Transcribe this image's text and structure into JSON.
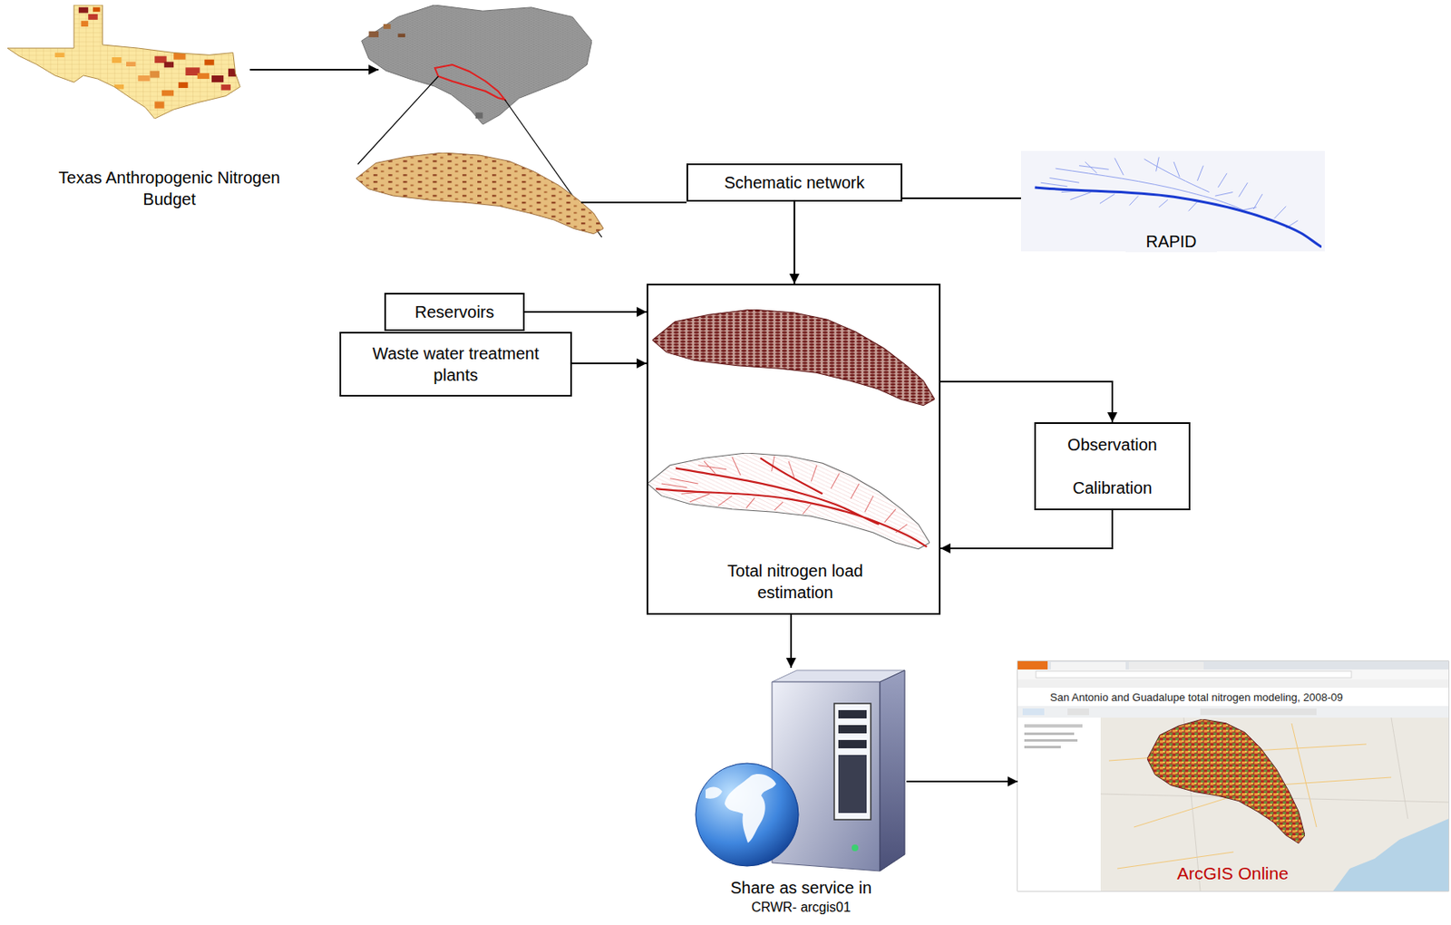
{
  "diagram": {
    "nodes": [
      {
        "text": [
          "Texas Anthropogenic Nitrogen Budget"
        ]
      },
      {
        "text": [
          "Schematic network"
        ]
      },
      {
        "text": [
          "RAPID"
        ]
      },
      {
        "text": [
          "Reservoirs"
        ]
      },
      {
        "text": [
          "Waste water treatment plants"
        ]
      },
      {
        "text": [
          "Total nitrogen load estimation"
        ]
      },
      {
        "text": [
          "Observation",
          "Calibration"
        ]
      },
      {
        "text": [
          "Share as service in",
          "CRWR- arcgis01"
        ]
      },
      {
        "text": [
          "San Antonio and Guadalupe total nitrogen modeling, 2008-09",
          "ArcGIS Online"
        ]
      }
    ],
    "edges": [
      {
        "from": 2,
        "to": 1,
        "arrow": "none"
      },
      {
        "from": 1,
        "to": 5,
        "arrow": "to"
      },
      {
        "from": 3,
        "to": 5,
        "arrow": "to"
      },
      {
        "from": 4,
        "to": 5,
        "arrow": "to"
      },
      {
        "from": 5,
        "to": 6,
        "arrow": "to"
      },
      {
        "from": 6,
        "to": 5,
        "arrow": "to"
      },
      {
        "from": 5,
        "to": 7,
        "arrow": "to"
      },
      {
        "from": 7,
        "to": 8,
        "arrow": "to"
      }
    ]
  }
}
